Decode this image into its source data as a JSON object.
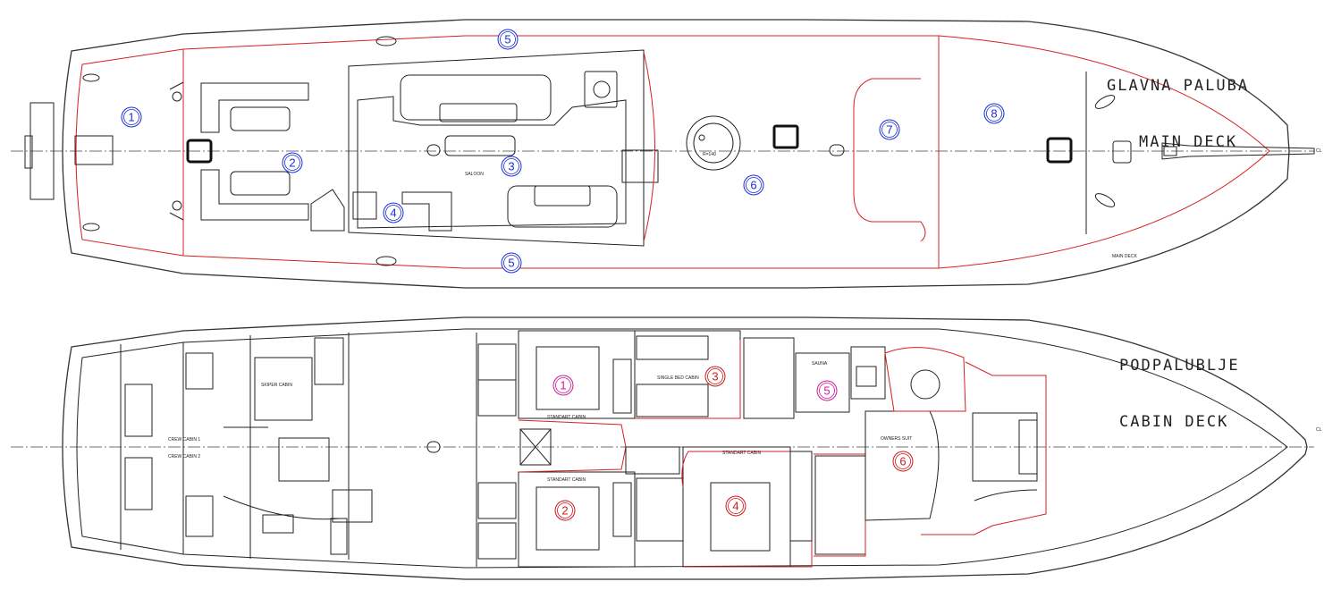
{
  "titles": {
    "main_deck_local": "GLAVNA PALUBA",
    "main_deck_en": "MAIN DECK",
    "cabin_deck_local": "PODPALUBLJE",
    "cabin_deck_en": "CABIN DECK"
  },
  "main_deck": {
    "markers": [
      "1",
      "2",
      "3",
      "4",
      "5",
      "5",
      "6",
      "7",
      "8"
    ],
    "saloon_label": "SALOON",
    "round_table_label": "R=140",
    "footnote_label": "MAIN DECK",
    "centerline_label": "CL"
  },
  "cabin_deck": {
    "markers": [
      "1",
      "2",
      "3",
      "4",
      "5",
      "6"
    ],
    "cabin_labels": [
      "STANDART CABIN",
      "STANDART CABIN",
      "SINGLE BED CABIN",
      "STANDART CABIN",
      "SAUNA",
      "OWNERS SUIT"
    ],
    "crew_labels": [
      "CREW CABIN 1",
      "CREW CABIN 2",
      "SKIPER CABIN"
    ],
    "centerline_label": "CL"
  },
  "colors": {
    "marker_main": "#1a2ed8",
    "marker_cabin_red": "#cc1a1a",
    "marker_cabin_magenta": "#d01a9a",
    "outline_red": "#d42020"
  }
}
